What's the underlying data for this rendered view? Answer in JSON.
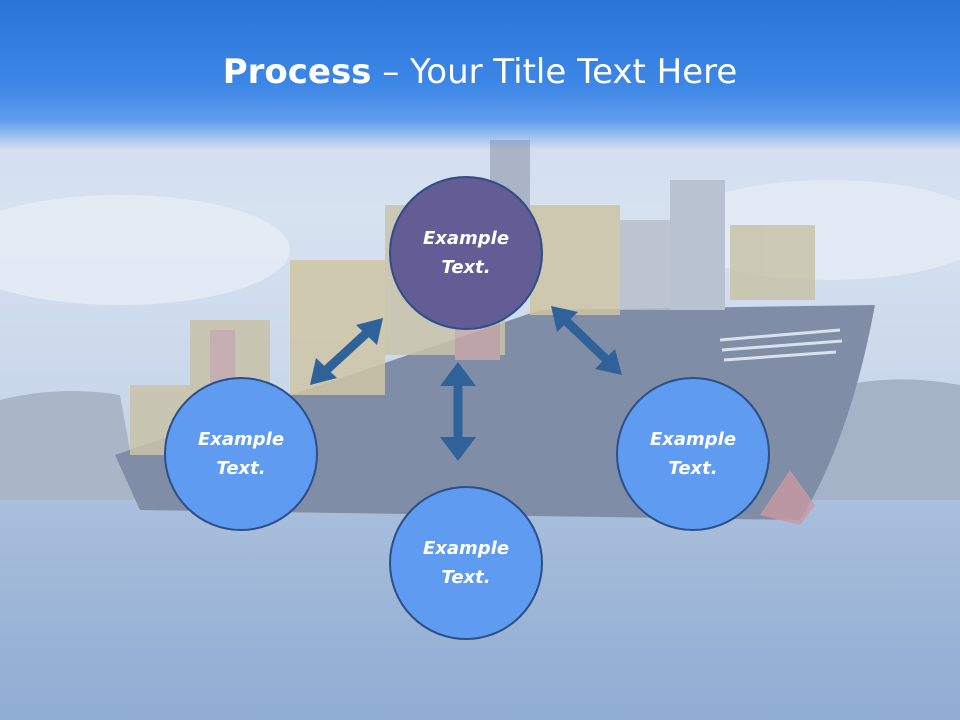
{
  "slide": {
    "title_bold": "Process",
    "title_rest": " – Your Title Text Here"
  },
  "diagram": {
    "nodes": [
      {
        "id": "top",
        "line1": "Example",
        "line2": "Text."
      },
      {
        "id": "left",
        "line1": "Example",
        "line2": "Text."
      },
      {
        "id": "bottom",
        "line1": "Example",
        "line2": "Text."
      },
      {
        "id": "right",
        "line1": "Example",
        "line2": "Text."
      }
    ]
  },
  "colors": {
    "header": "#2a74d8",
    "node_light": "#5f9cf1",
    "node_dark": "#635c95",
    "arrow": "#2f6298"
  },
  "icons": [
    "double-arrow-icon"
  ]
}
